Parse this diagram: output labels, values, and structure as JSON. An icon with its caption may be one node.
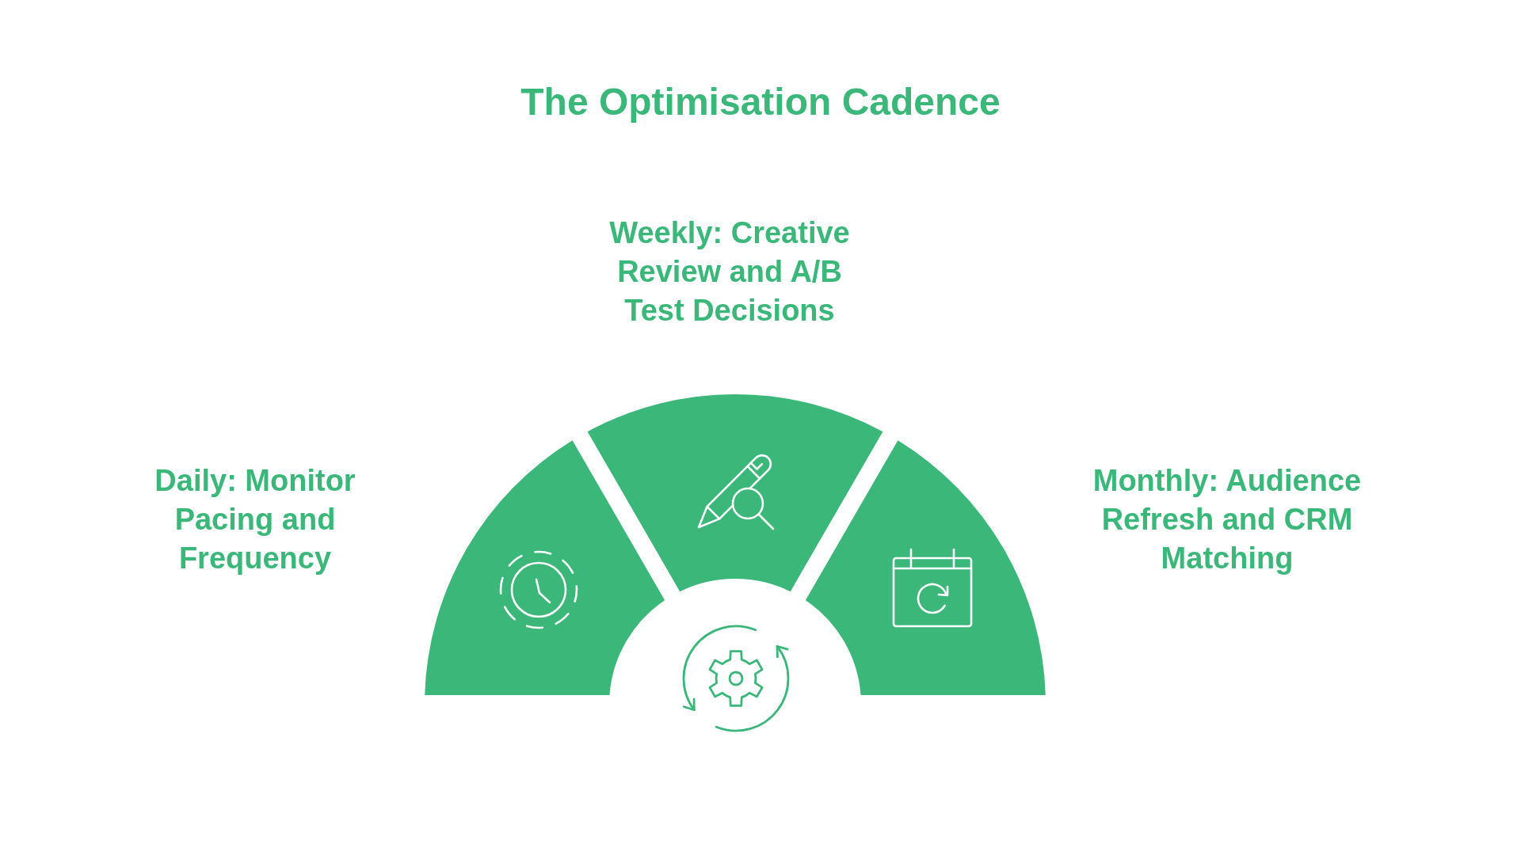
{
  "diagram": {
    "title": "The Optimisation Cadence",
    "nodes": [
      {
        "text": [],
        "shape": "wedge",
        "beside": [
          "Daily: Monitor Pacing and Frequency"
        ]
      },
      {
        "text": [],
        "shape": "wedge",
        "beside": [
          "Weekly: Creative Review and A/B Test Decisions"
        ]
      },
      {
        "text": [],
        "shape": "wedge",
        "beside": [
          "Monthly: Audience Refresh and CRM Matching"
        ]
      }
    ]
  }
}
